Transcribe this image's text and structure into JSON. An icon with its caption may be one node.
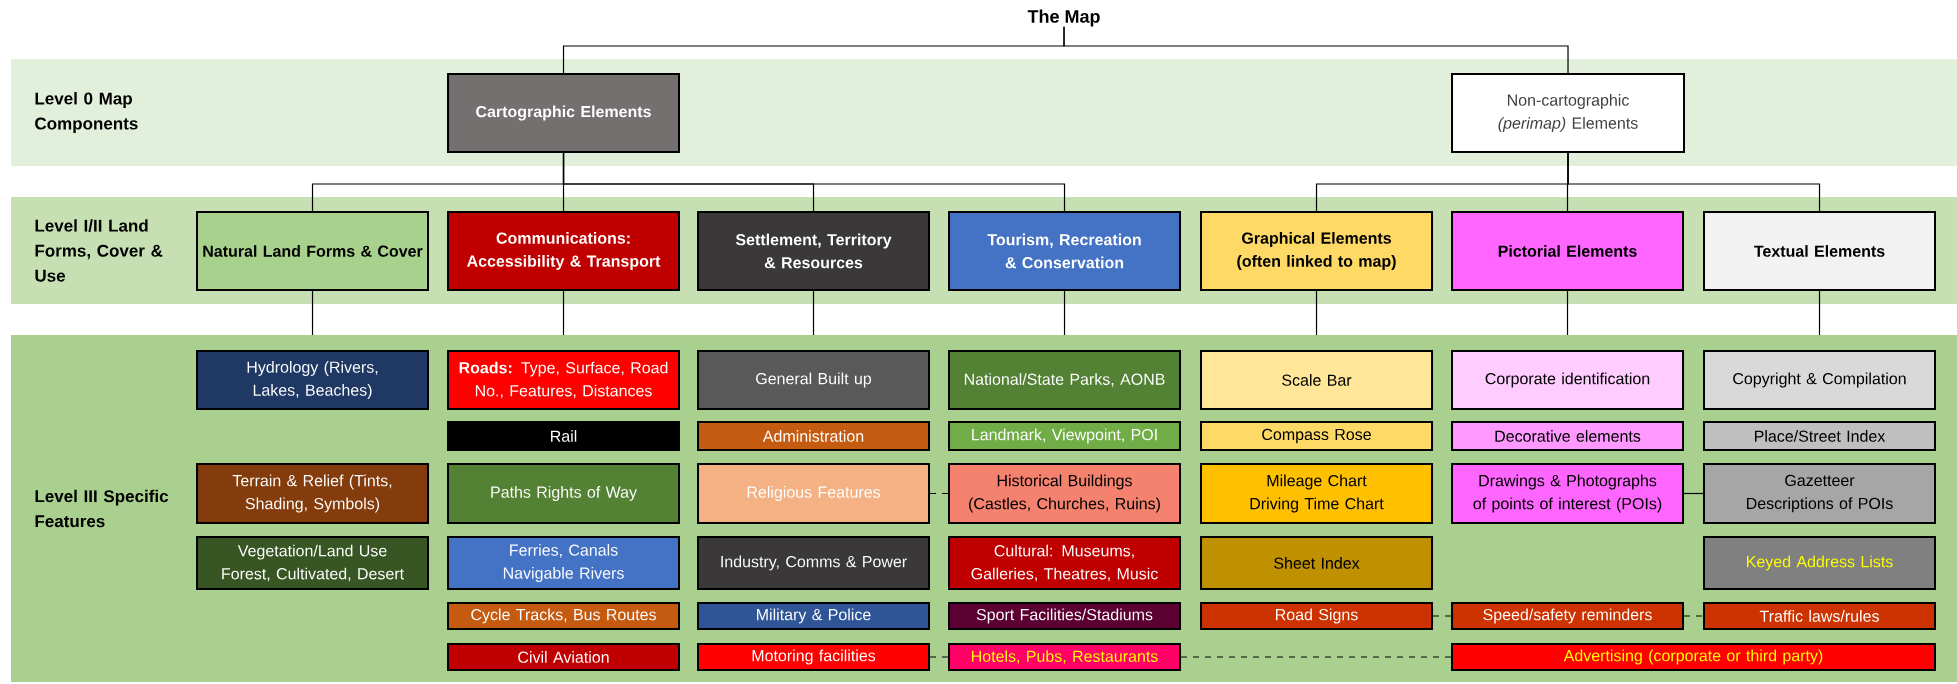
{
  "diagram": {
    "nodes": [
      {
        "text": [
          "The Map"
        ]
      },
      {
        "text": [
          "Level 0 Map Components"
        ]
      },
      {
        "text": [
          "Cartographic Elements"
        ],
        "in": 1
      },
      {
        "text": [
          "Non-cartographic *(perimap)* Elements"
        ],
        "in": 1
      },
      {
        "text": [
          "Level I/II Land Forms, Cover & Use"
        ]
      },
      {
        "text": [
          "Natural Land Forms & Cover"
        ],
        "in": 4
      },
      {
        "text": [
          "Communications: Accessibility & Transport"
        ],
        "in": 4
      },
      {
        "text": [
          "Settlement, Territory & Resources"
        ],
        "in": 4
      },
      {
        "text": [
          "Tourism, Recreation & Conservation"
        ],
        "in": 4
      },
      {
        "text": [
          "Graphical Elements (often linked to map)"
        ],
        "in": 4
      },
      {
        "text": [
          "Pictorial Elements"
        ],
        "in": 4
      },
      {
        "text": [
          "Textual Elements"
        ],
        "in": 4
      },
      {
        "text": [
          "Level III Specific Features"
        ]
      },
      {
        "text": [
          "Hydrology (Rivers, Lakes, Beaches)"
        ],
        "in": 12
      },
      {
        "text": [
          "**Roads:** Type, Surface, Road No., Features, Distances"
        ],
        "in": 12
      },
      {
        "text": [
          "General Built up"
        ],
        "in": 12
      },
      {
        "text": [
          "National/State Parks, AONB"
        ],
        "in": 12
      },
      {
        "text": [
          "Scale Bar"
        ],
        "in": 12
      },
      {
        "text": [
          "Corporate identification"
        ],
        "in": 12
      },
      {
        "text": [
          "Copyright & Compilation"
        ],
        "in": 12
      },
      {
        "text": [
          "Rail"
        ],
        "in": 12
      },
      {
        "text": [
          "Administration"
        ],
        "in": 12
      },
      {
        "text": [
          "Landmark, Viewpoint, POI"
        ],
        "in": 12
      },
      {
        "text": [
          "Compass Rose"
        ],
        "in": 12
      },
      {
        "text": [
          "Decorative elements"
        ],
        "in": 12
      },
      {
        "text": [
          "Place/Street Index"
        ],
        "in": 12
      },
      {
        "text": [
          "Terrain & Relief (Tints, Shading, Symbols)"
        ],
        "in": 12
      },
      {
        "text": [
          "Paths Rights of Way"
        ],
        "in": 12
      },
      {
        "text": [
          "Religious Features"
        ],
        "in": 12
      },
      {
        "text": [
          "Historical Buildings (Castles, Churches, Ruins)"
        ],
        "in": 12
      },
      {
        "text": [
          "Mileage Chart Driving Time Chart"
        ],
        "in": 12
      },
      {
        "text": [
          "Drawings & Photographs of points of interest (POIs)"
        ],
        "in": 12
      },
      {
        "text": [
          "Gazetteer Descriptions of POIs"
        ],
        "in": 12
      },
      {
        "text": [
          "Vegetation/Land Use Forest, Cultivated, Desert"
        ],
        "in": 12
      },
      {
        "text": [
          "Ferries, Canals Navigable Rivers"
        ],
        "in": 12
      },
      {
        "text": [
          "Industry, Comms & Power"
        ],
        "in": 12
      },
      {
        "text": [
          "Cultural: Museums, Galleries, Theatres, Music"
        ],
        "in": 12
      },
      {
        "text": [
          "Sheet Index"
        ],
        "in": 12
      },
      {
        "text": [
          "Keyed Address Lists"
        ],
        "in": 12
      },
      {
        "text": [
          "Cycle Tracks, Bus Routes"
        ],
        "in": 12
      },
      {
        "text": [
          "Military & Police"
        ],
        "in": 12
      },
      {
        "text": [
          "Sport Facilities/Stadiums"
        ],
        "in": 12
      },
      {
        "text": [
          "Road Signs"
        ],
        "in": 12
      },
      {
        "text": [
          "Speed/safety reminders"
        ],
        "in": 12
      },
      {
        "text": [
          "Traffic laws/rules"
        ],
        "in": 12
      },
      {
        "text": [
          "Civil Aviation"
        ],
        "in": 12
      },
      {
        "text": [
          "Motoring facilities"
        ],
        "in": 12
      },
      {
        "text": [
          "Hotels, Pubs, Restaurants"
        ],
        "in": 12
      },
      {
        "text": [
          "Advertising (corporate or third party)"
        ],
        "in": 12
      }
    ],
    "edges": [
      {
        "from": 0,
        "to": 2,
        "arrow": "none"
      },
      {
        "from": 0,
        "to": 3,
        "arrow": "none"
      },
      {
        "from": 2,
        "to": 5,
        "arrow": "none"
      },
      {
        "from": 2,
        "to": 6,
        "arrow": "none"
      },
      {
        "from": 2,
        "to": 7,
        "arrow": "none"
      },
      {
        "from": 2,
        "to": 8,
        "arrow": "none"
      },
      {
        "from": 3,
        "to": 9,
        "arrow": "none"
      },
      {
        "from": 3,
        "to": 10,
        "arrow": "none"
      },
      {
        "from": 3,
        "to": 11,
        "arrow": "none"
      },
      {
        "from": 5,
        "to": 12,
        "arrow": "none"
      },
      {
        "from": 6,
        "to": 12,
        "arrow": "none"
      },
      {
        "from": 7,
        "to": 12,
        "arrow": "none"
      },
      {
        "from": 8,
        "to": 12,
        "arrow": "none"
      },
      {
        "from": 9,
        "to": 12,
        "arrow": "none"
      },
      {
        "from": 10,
        "to": 12,
        "arrow": "none"
      },
      {
        "from": 11,
        "to": 12,
        "arrow": "none"
      },
      {
        "from": 28,
        "to": 29,
        "arrow": "none",
        "style": "dashed"
      },
      {
        "from": 31,
        "to": 32,
        "arrow": "none"
      },
      {
        "from": 42,
        "to": 43,
        "arrow": "none",
        "style": "dashed"
      },
      {
        "from": 43,
        "to": 44,
        "arrow": "none",
        "style": "dashed"
      },
      {
        "from": 46,
        "to": 47,
        "arrow": "none",
        "style": "dashed"
      },
      {
        "from": 47,
        "to": 48,
        "arrow": "none",
        "style": "dashed"
      }
    ]
  }
}
